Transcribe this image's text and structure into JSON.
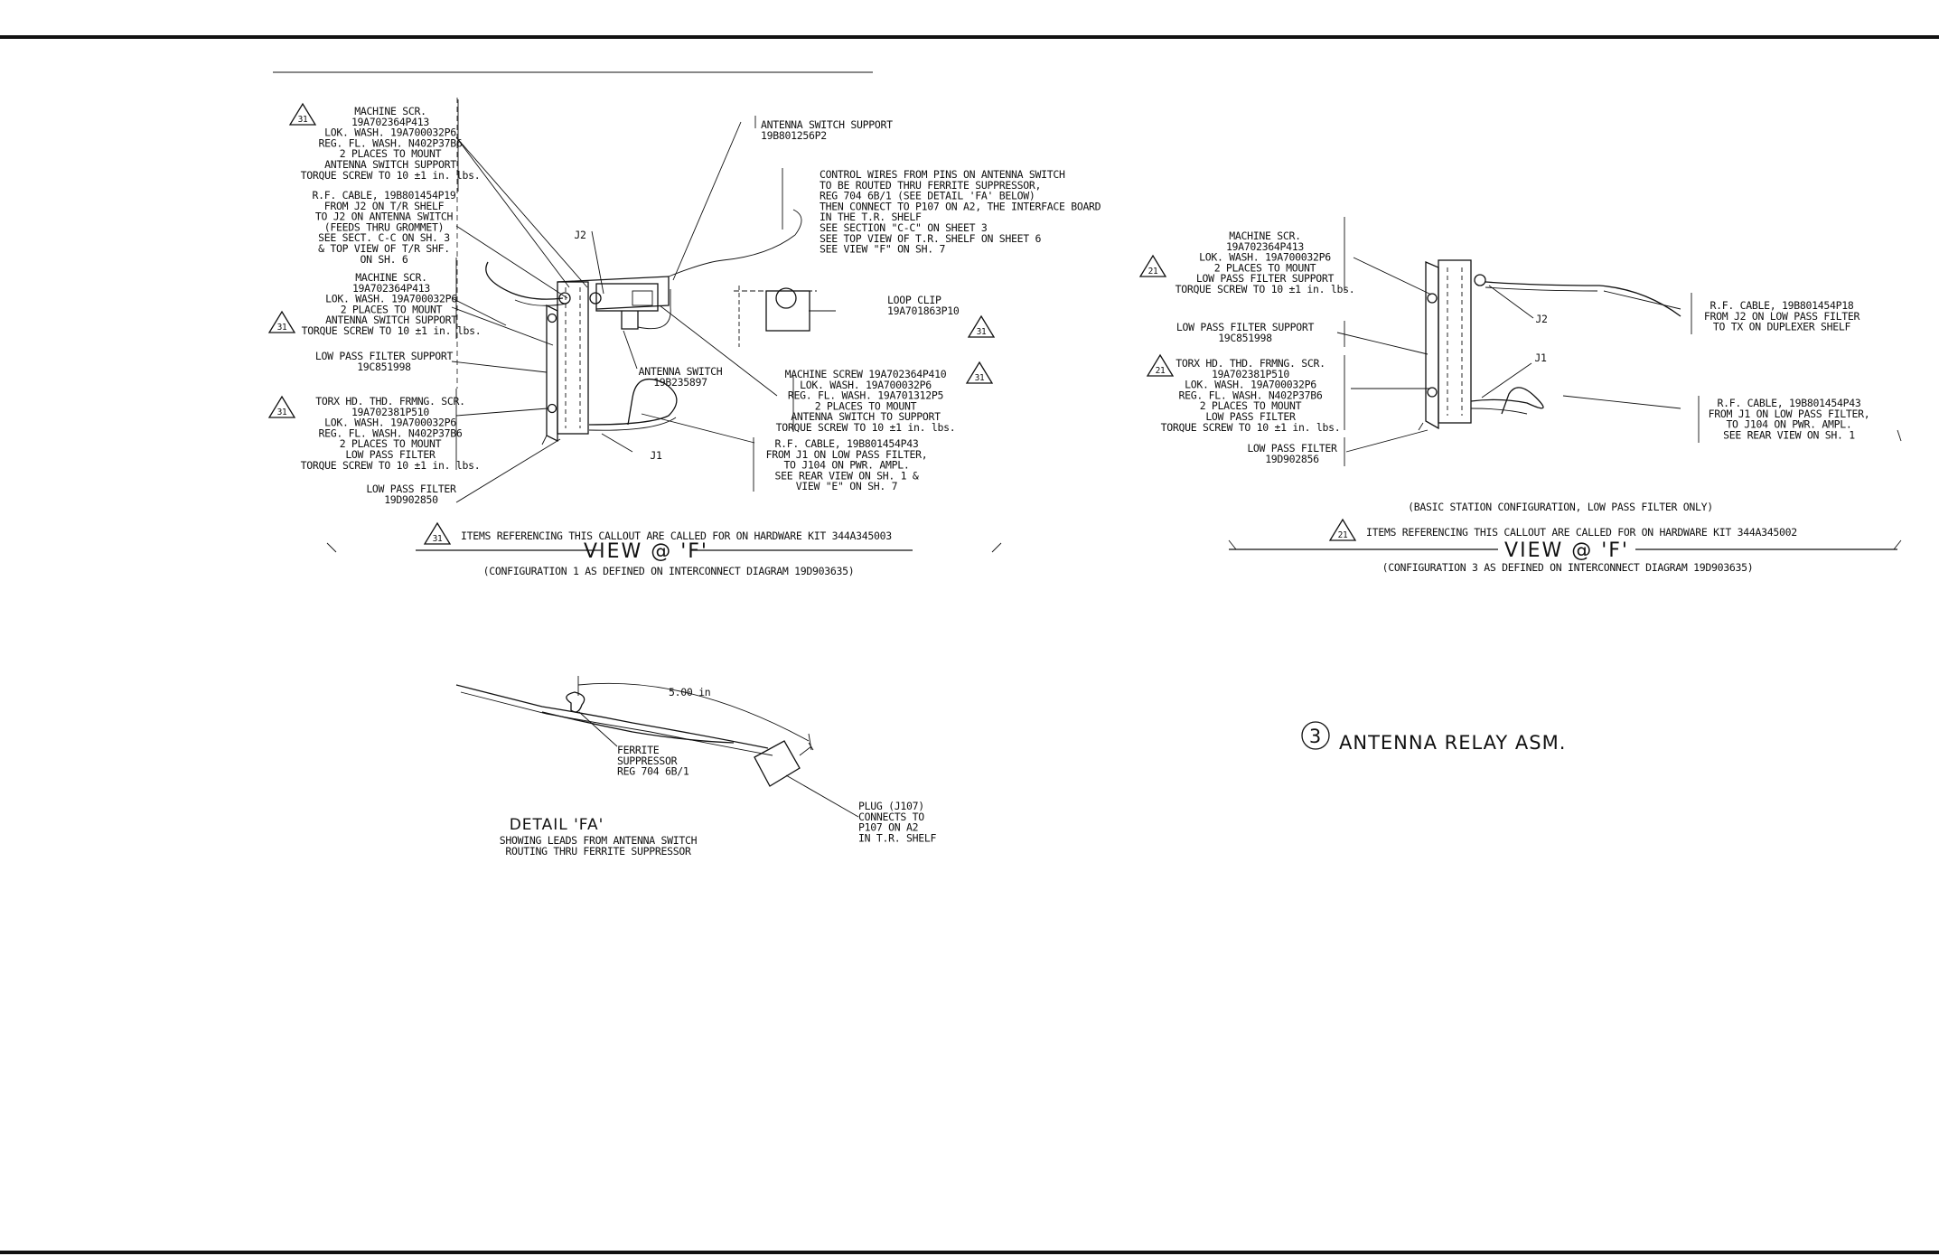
{
  "view1": {
    "callouts": [
      {
        "lines": [
          "MACHINE SCR.",
          "19A702364P413",
          "LOK. WASH. 19A700032P6",
          "REG. FL. WASH. N402P37B6",
          "2 PLACES TO MOUNT",
          "ANTENNA SWITCH SUPPORT",
          "TORQUE SCREW TO 10 ±1 in. lbs."
        ],
        "tag": "31"
      },
      {
        "lines": [
          "R.F. CABLE, 19B801454P19",
          "FROM J2 ON T/R SHELF",
          "TO J2 ON ANTENNA SWITCH",
          "(FEEDS THRU GROMMET)",
          "SEE SECT. C-C ON SH. 3",
          "& TOP VIEW OF T/R SHF.",
          "ON SH. 6"
        ]
      },
      {
        "lines": [
          "MACHINE SCR.",
          "19A702364P413",
          "LOK. WASH. 19A700032P6",
          "2 PLACES TO MOUNT",
          "ANTENNA SWITCH SUPPORT",
          "TORQUE SCREW TO 10 ±1 in. lbs."
        ],
        "tag": "31"
      },
      {
        "lines": [
          "LOW PASS FILTER SUPPORT",
          "19C851998"
        ]
      },
      {
        "lines": [
          "TORX HD. THD. FRMNG. SCR.",
          "19A702381P510",
          "LOK. WASH. 19A700032P6",
          "REG. FL. WASH. N402P37B6",
          "2 PLACES TO MOUNT",
          "LOW PASS FILTER",
          "TORQUE SCREW TO 10 ±1 in. lbs."
        ],
        "tag": "31"
      },
      {
        "lines": [
          "LOW PASS FILTER",
          "19D902850"
        ]
      }
    ],
    "right_callouts": [
      {
        "lines": [
          "ANTENNA SWITCH SUPPORT",
          "19B801256P2"
        ]
      },
      {
        "lines": [
          "CONTROL WIRES FROM PINS ON ANTENNA SWITCH",
          "TO BE ROUTED THRU FERRITE SUPPRESSOR,",
          "REG 704 6B/1 (SEE DETAIL 'FA' BELOW)",
          "THEN CONNECT TO P107 ON A2, THE INTERFACE BOARD",
          "IN THE T.R. SHELF",
          "SEE SECTION \"C-C\" ON SHEET 3",
          "SEE TOP VIEW OF T.R. SHELF ON SHEET 6",
          "SEE VIEW \"F\" ON SH. 7"
        ]
      },
      {
        "lines": [
          "LOOP CLIP",
          "19A701863P10"
        ],
        "tag": "31"
      },
      {
        "lines": [
          "ANTENNA SWITCH",
          "19B235897"
        ]
      },
      {
        "lines": [
          "MACHINE SCREW 19A702364P410",
          "LOK. WASH. 19A700032P6",
          "REG. FL. WASH. 19A701312P5",
          "2 PLACES TO MOUNT",
          "ANTENNA SWITCH TO SUPPORT",
          "TORQUE SCREW TO 10 ±1 in. lbs."
        ],
        "tag": "31"
      },
      {
        "lines": [
          "R.F. CABLE, 19B801454P43",
          "FROM J1 ON LOW PASS FILTER,",
          "TO J104 ON PWR. AMPL.",
          "SEE REAR VIEW ON SH. 1 &",
          "VIEW \"E\" ON SH. 7"
        ]
      }
    ],
    "jack_labels": [
      "J2",
      "J1"
    ],
    "hardware_note": "ITEMS REFERENCING THIS CALLOUT ARE CALLED FOR ON HARDWARE KIT 344A345003",
    "hardware_tag": "31",
    "view_title": "VIEW @ 'F'",
    "config_note": "(CONFIGURATION 1 AS DEFINED ON INTERCONNECT DIAGRAM 19D903635)"
  },
  "view2": {
    "callouts": [
      {
        "lines": [
          "MACHINE SCR.",
          "19A702364P413",
          "LOK. WASH. 19A700032P6",
          "2 PLACES TO MOUNT",
          "LOW PASS FILTER SUPPORT",
          "TORQUE SCREW TO 10 ±1 in. lbs."
        ],
        "tag": "21"
      },
      {
        "lines": [
          "LOW PASS FILTER SUPPORT",
          "19C851998"
        ]
      },
      {
        "lines": [
          "TORX HD. THD. FRMNG. SCR.",
          "19A702381P510",
          "LOK. WASH. 19A700032P6",
          "REG. FL. WASH. N402P37B6",
          "2 PLACES TO MOUNT",
          "LOW PASS FILTER",
          "TORQUE SCREW TO 10 ±1 in. lbs."
        ],
        "tag": "21"
      },
      {
        "lines": [
          "LOW PASS FILTER",
          "19D902856"
        ]
      }
    ],
    "right_callouts": [
      {
        "lines": [
          "R.F. CABLE, 19B801454P18",
          "FROM J2 ON LOW PASS FILTER",
          "TO TX ON DUPLEXER SHELF"
        ]
      },
      {
        "lines": [
          "R.F. CABLE, 19B801454P43",
          "FROM J1 ON LOW PASS FILTER,",
          "TO J104 ON PWR. AMPL.",
          "SEE REAR VIEW ON SH. 1"
        ]
      }
    ],
    "jack_labels": [
      "J2",
      "J1"
    ],
    "basic_note": "(BASIC STATION CONFIGURATION, LOW PASS FILTER ONLY)",
    "hardware_note": "ITEMS REFERENCING THIS CALLOUT ARE CALLED FOR ON HARDWARE KIT 344A345002",
    "hardware_tag": "21",
    "view_title": "VIEW @ 'F'",
    "config_note": "(CONFIGURATION 3 AS DEFINED ON INTERCONNECT DIAGRAM 19D903635)"
  },
  "detail": {
    "dimension": "5.00 in",
    "ferrite_label": [
      "FERRITE",
      "SUPPRESSOR",
      "REG 704 6B/1"
    ],
    "plug_label": [
      "PLUG (J107)",
      "CONNECTS TO",
      "P107 ON A2",
      "IN T.R. SHELF"
    ],
    "title": "DETAIL 'FA'",
    "subtitle": [
      "SHOWING LEADS FROM ANTENNA SWITCH",
      "ROUTING THRU FERRITE SUPPRESSOR"
    ]
  },
  "assembly": {
    "number": "3",
    "title": "ANTENNA RELAY ASM."
  }
}
